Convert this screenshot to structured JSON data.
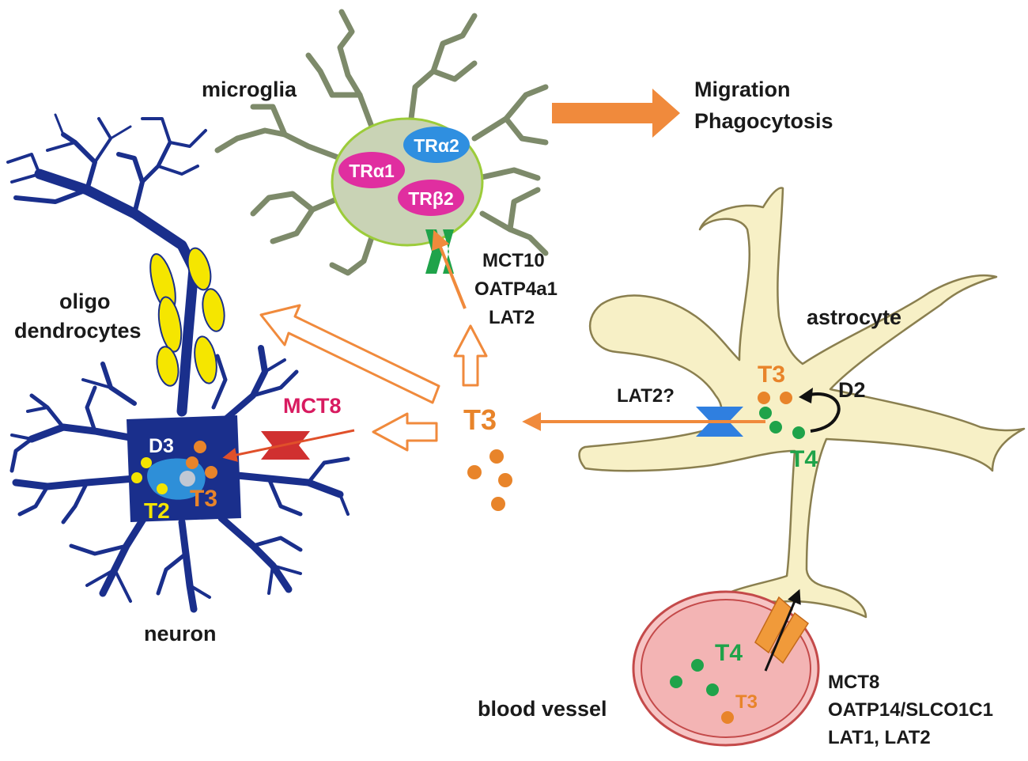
{
  "colors": {
    "neuron": "#1a2f8c",
    "oligo": "#f5e600",
    "microglia_body": "#c9d3b5",
    "microglia_nucleus_edge": "#9ccc3a",
    "astrocyte": "#f7f0c6",
    "astrocyte_edge": "#8a7f4f",
    "vessel": "#f3b4b4",
    "vessel_edge": "#c44a4a",
    "t3": "#e8842a",
    "t4": "#1fa34a",
    "d3_t2": "#f3e400",
    "mct8_label": "#d81b60",
    "tr_alpha2": "#2f8fe0",
    "tr_magenta": "#e02ea0",
    "arrow_orange": "#f08a3c",
    "transporter_green": "#1fa34a",
    "transporter_blue": "#2f7fe0",
    "transporter_red": "#d03030",
    "transporter_orange": "#f09a3a"
  },
  "labels": {
    "microglia": "microglia",
    "migration": "Migration",
    "phagocytosis": "Phagocytosis",
    "tr_alpha2": "TRα2",
    "tr_alpha1": "TRα1",
    "tr_beta2": "TRβ2",
    "mct10": "MCT10",
    "oatp4a1": "OATP4a1",
    "lat2": "LAT2",
    "oligo1": "oligo",
    "oligo2": "dendrocytes",
    "astrocyte": "astrocyte",
    "mct8_neuron": "MCT8",
    "d3": "D3",
    "t3_neuron": "T3",
    "t2": "T2",
    "t3_center": "T3",
    "lat2_q": "LAT2?",
    "t3_astro": "T3",
    "d2": "D2",
    "t4_astro": "T4",
    "neuron": "neuron",
    "t4_vessel": "T4",
    "t3_vessel": "T3",
    "blood_vessel": "blood vessel",
    "mct8_vessel": "MCT8",
    "oatp14": "OATP14/SLCO1C1",
    "lat1_lat2": "LAT1, LAT2"
  }
}
